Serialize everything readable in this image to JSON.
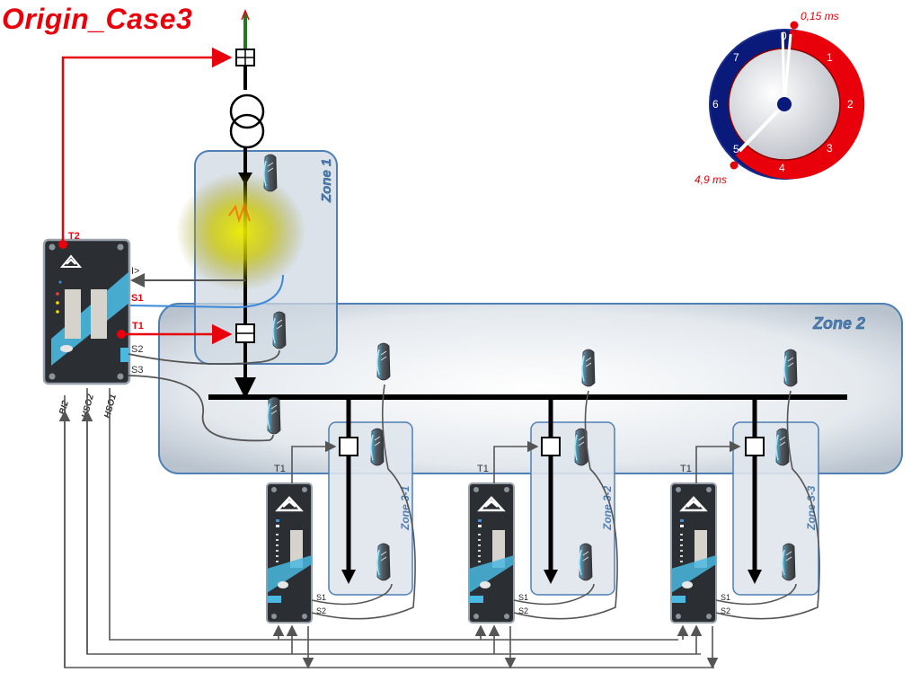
{
  "title": "Origin_Case3",
  "colors": {
    "trip_red": "#e8000b",
    "wire_gray": "#555555",
    "zone_fill": "#dfe5ec",
    "zone_edge": "#4f7fb3",
    "sensor_blue": "#4ab8e0",
    "relay_dark": "#2b2f33",
    "clock_blue": "#0a1a7a",
    "feeder_green": "#1f7a1f",
    "fault_glow": "#e8e400"
  },
  "zones": {
    "zone1": "Zone 1",
    "zone2": "Zone 2",
    "zone3_1": "Zone 3-1",
    "zone3_2": "Zone 3-2",
    "zone3_3": "Zone 3-3"
  },
  "main_relay": {
    "t2": "T2",
    "i_gt": "I>",
    "s1": "S1",
    "t1": "T1",
    "s2": "S2",
    "s3": "S3",
    "bi2": "BI2",
    "hso2": "HSO2",
    "hso1": "HSO1"
  },
  "feeder_relays": [
    {
      "t1": "T1",
      "s1": "S1",
      "s2": "S2"
    },
    {
      "t1": "T1",
      "s1": "S1",
      "s2": "S2"
    },
    {
      "t1": "T1",
      "s1": "S1",
      "s2": "S2"
    }
  ],
  "timer": {
    "start_label": "0,15 ms",
    "end_label": "4,9 ms",
    "dial_numbers": [
      "0",
      "1",
      "2",
      "3",
      "4",
      "5",
      "6",
      "7"
    ]
  }
}
